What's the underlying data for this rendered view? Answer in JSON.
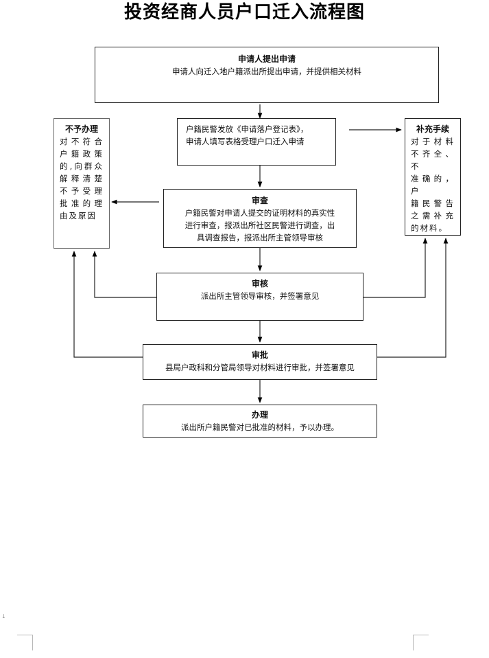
{
  "document": {
    "title": "投资经商人员户口迁入流程图"
  },
  "flow": {
    "apply": {
      "heading": "申请人提出申请",
      "text": "申请人向迁入地户籍派出所提出申请，并提供相关材料"
    },
    "accept": {
      "lines": [
        "户籍民警发放《申请落户登记表》，",
        "申请人填写表格受理户口迁入申请"
      ]
    },
    "review": {
      "heading": "审查",
      "lines": [
        "户籍民警对申请人提交的证明材料的真实性",
        "进行审查，报派出所社区民警进行调查，出",
        "具调查报告，报派出所主管领导审核"
      ]
    },
    "audit": {
      "heading": "审核",
      "text": "派出所主管领导审核，并签署意见"
    },
    "approve": {
      "heading": "审批",
      "text": "县局户政科和分管局领导对材料进行审批，并签署意见"
    },
    "handle": {
      "heading": "办理",
      "text": "派出所户籍民警对已批准的材料，予以办理。"
    },
    "reject": {
      "heading": "不予办理",
      "lines": [
        "对不符合",
        "户籍政策",
        "的,向群众",
        "解释清楚",
        "不予受理",
        "批准的理",
        "由及原因"
      ]
    },
    "supplement": {
      "heading": "补充手续",
      "lines": [
        "对于材料",
        "不齐全、不",
        "准确的，户",
        "籍民警告",
        "之需补充",
        "的材料。"
      ]
    }
  }
}
